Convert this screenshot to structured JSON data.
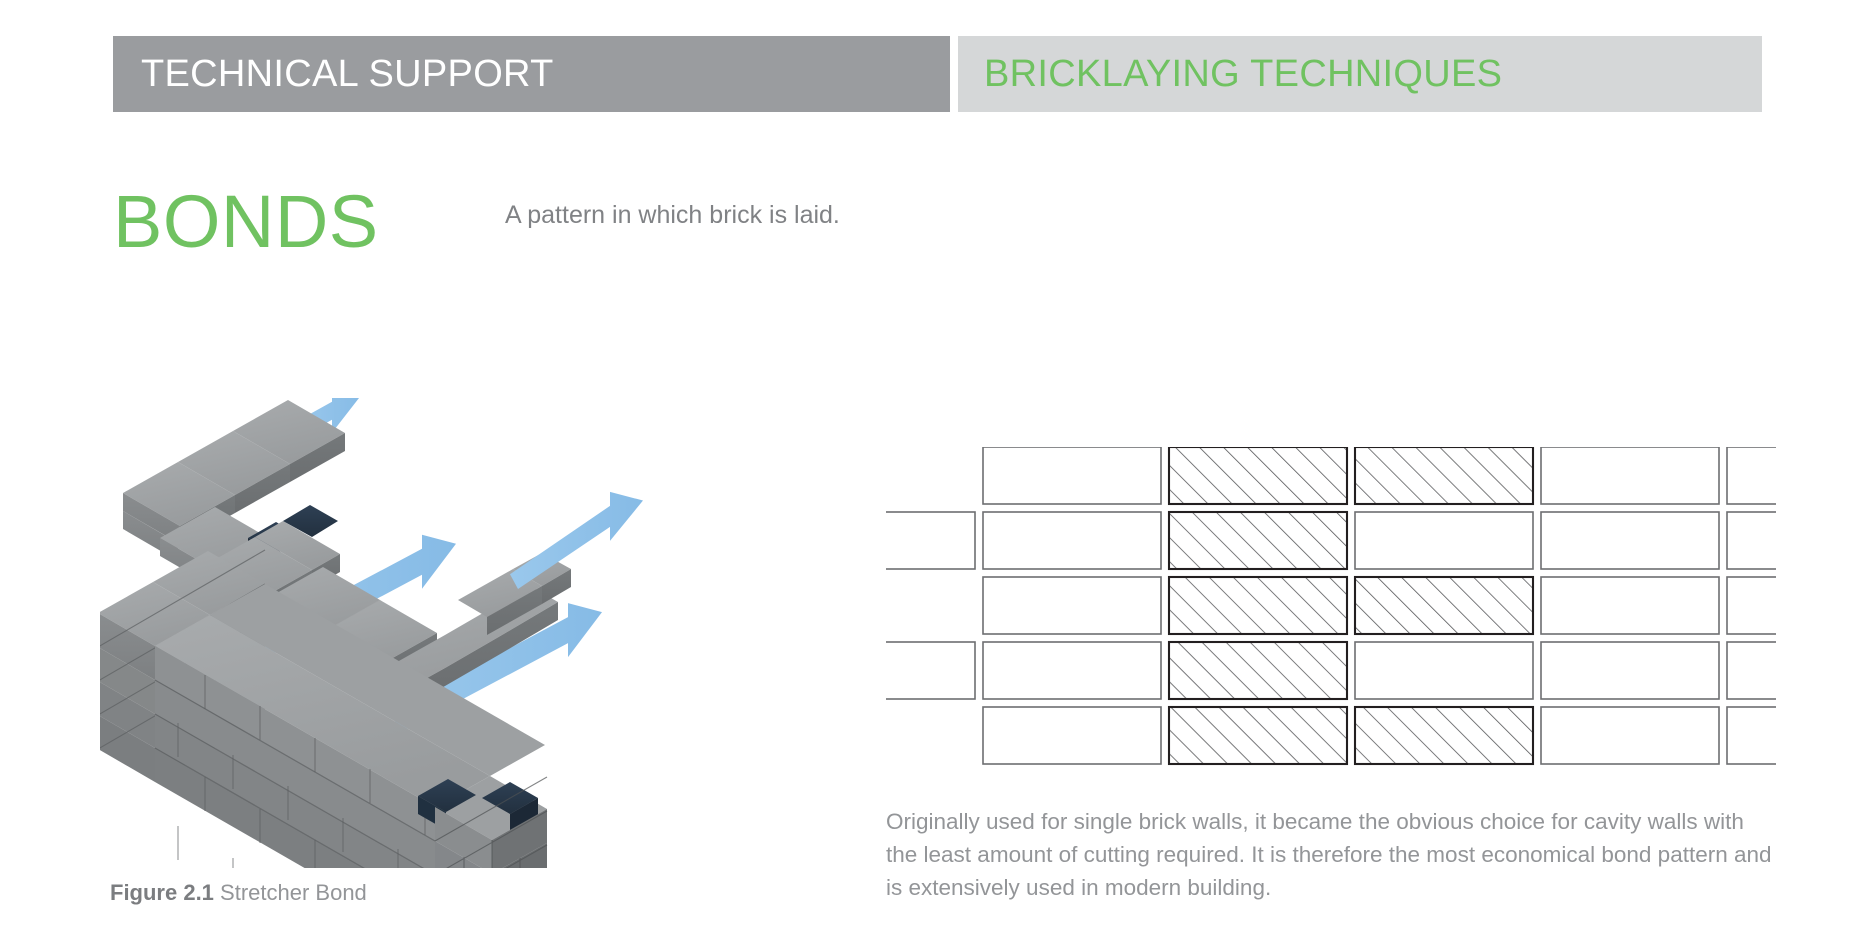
{
  "header": {
    "left_label": "TECHNICAL SUPPORT",
    "right_label": "BRICKLAYING TECHNIQUES",
    "left_bg": "#9a9c9f",
    "right_bg": "#d5d7d8",
    "accent_green": "#70c261",
    "left_text_color": "#ffffff"
  },
  "title": {
    "heading": "BONDS",
    "subtitle": "A pattern in which brick is laid.",
    "heading_color": "#70c261",
    "subtitle_color": "#808285"
  },
  "figure": {
    "caption_number": "Figure 2.1",
    "caption_text": " Stretcher Bond",
    "brick_color": "#8b8e90",
    "brick_top_color": "#a2a5a7",
    "brick_shadow_color": "#2b3a4a",
    "arrow_color": "#8ec0e8",
    "illustration_name": "isometric-stretcher-bond-wall"
  },
  "bond_pattern": {
    "type": "stretcher-bond",
    "rows": 5,
    "brick_width": 186,
    "brick_height": 57,
    "row_pitch": 65,
    "mortar_gap": 8,
    "stroke_color": "#6d6e71",
    "hatch_stroke_color": "#58595b",
    "hatched_stroke_color": "#231f20",
    "hatch_spacing": 17,
    "hatched_bricks": [
      {
        "row": 0,
        "index": 2
      },
      {
        "row": 0,
        "index": 3
      },
      {
        "row": 1,
        "index": 2
      },
      {
        "row": 2,
        "index": 2
      },
      {
        "row": 2,
        "index": 3
      },
      {
        "row": 3,
        "index": 2
      },
      {
        "row": 4,
        "index": 2
      },
      {
        "row": 4,
        "index": 3
      }
    ]
  },
  "body": {
    "paragraph": "Originally used for single brick walls, it became the obvious choice for cavity walls with the least amount of cutting required. It is therefore the most economical bond pattern and is extensively used in modern building.",
    "color": "#939598"
  }
}
